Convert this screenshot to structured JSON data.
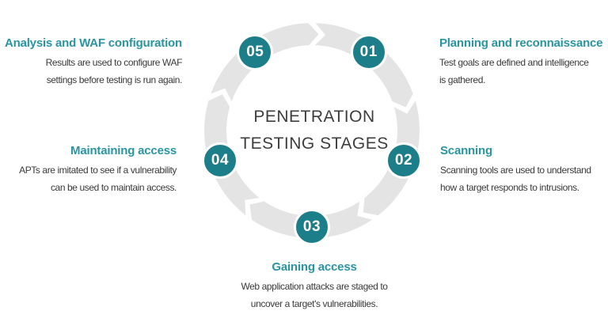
{
  "colors": {
    "badge_teal": "#1c7e89",
    "heading_teal": "#2a95a1",
    "ring_gray": "#e4e4e4",
    "body_text": "#3a3a3a",
    "title_text": "#3e3e3e",
    "badge_number_text": "#ffffff",
    "background": "#ffffff"
  },
  "diagram": {
    "title_line1": "PENETRATION",
    "title_line2": "TESTING STAGES"
  },
  "stages": [
    {
      "number": "01",
      "title": "Planning and reconnaissance",
      "desc1": "Test goals are defined and intelligence",
      "desc2": "is gathered."
    },
    {
      "number": "02",
      "title": "Scanning",
      "desc1": "Scanning tools are used to understand",
      "desc2": "how a target responds to intrusions."
    },
    {
      "number": "03",
      "title": "Gaining access",
      "desc1": "Web application attacks are staged to",
      "desc2": "uncover a target's vulnerabilities."
    },
    {
      "number": "04",
      "title": "Maintaining access",
      "desc1": "APTs are imitated to see if a vulnerability",
      "desc2": "can be used to maintain access."
    },
    {
      "number": "05",
      "title": "Analysis and WAF configuration",
      "desc1": "Results are used to configure WAF",
      "desc2": "settings before testing is run again."
    }
  ]
}
